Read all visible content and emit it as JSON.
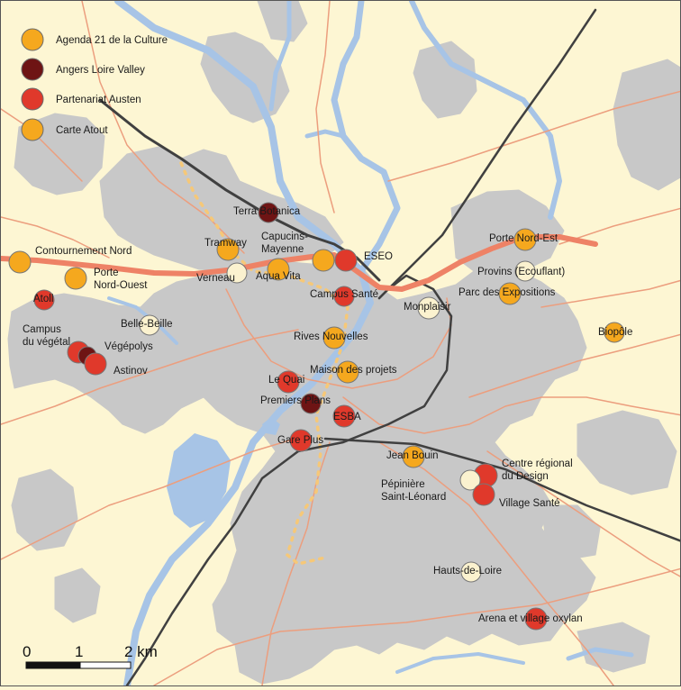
{
  "colors": {
    "background": "#fdf6d3",
    "urban": "#c8c8c8",
    "water": "#a7c4e6",
    "road_minor": "#ec9e7e",
    "road_major": "#ee8266",
    "railway": "#404040",
    "tram": "#f6c878",
    "agenda21": "#f5a81e",
    "angers_loire_valley": "#6e1414",
    "partenariat_austen": "#e0392b",
    "carte_atout": "#f5a81e",
    "pale_marker": "#fbf2cf"
  },
  "legend": [
    {
      "label": "Agenda 21 de la Culture",
      "color": "#f5a81e",
      "icon": "circle-orange-icon"
    },
    {
      "label": "Angers Loire Valley",
      "color": "#6e1414",
      "icon": "circle-darkred-icon"
    },
    {
      "label": "Partenariat Austen",
      "color": "#e0392b",
      "icon": "circle-red-icon"
    },
    {
      "label": "Carte Atout",
      "color": "#f5a81e",
      "icon": "circle-orange-icon"
    }
  ],
  "places": [
    {
      "label": "Terra Botanica",
      "color": "#6e1414",
      "icon": "circle-darkred-icon"
    },
    {
      "label": "Tramway",
      "color": "#f5a81e",
      "icon": "circle-orange-icon"
    },
    {
      "label": "Capucins-",
      "color": "#f5a81e",
      "icon": "circle-orange-icon"
    },
    {
      "label": "Mayenne",
      "color": "",
      "icon": ""
    },
    {
      "label": "ESEO",
      "color": "#e0392b",
      "icon": "circle-red-icon"
    },
    {
      "label": "Porte Nord-Est",
      "color": "#f5a81e",
      "icon": "circle-orange-icon"
    },
    {
      "label": "Contournement Nord",
      "color": "#f5a81e",
      "icon": "circle-orange-icon"
    },
    {
      "label": "Porte",
      "color": "#f5a81e",
      "icon": "circle-orange-icon"
    },
    {
      "label": "Nord-Ouest",
      "color": "",
      "icon": ""
    },
    {
      "label": "Verneau",
      "color": "#fbf2cf",
      "icon": "circle-pale-icon"
    },
    {
      "label": "Aqua Vita",
      "color": "#f5a81e",
      "icon": "circle-orange-icon"
    },
    {
      "label": "Provins (Ecouflant)",
      "color": "#fbf2cf",
      "icon": "circle-pale-icon"
    },
    {
      "label": "Parc des Expositions",
      "color": "#f5a81e",
      "icon": "circle-orange-icon"
    },
    {
      "label": "Atoll",
      "color": "#e0392b",
      "icon": "circle-red-icon"
    },
    {
      "label": "Campus Santé",
      "color": "#e0392b",
      "icon": "circle-red-icon"
    },
    {
      "label": "Monplaisir",
      "color": "#fbf2cf",
      "icon": "circle-pale-icon"
    },
    {
      "label": "Belle-Beille",
      "color": "#fbf2cf",
      "icon": "circle-pale-icon"
    },
    {
      "label": "Campus",
      "color": "#e0392b",
      "icon": "circle-red-icon"
    },
    {
      "label": "du végétal",
      "color": "",
      "icon": ""
    },
    {
      "label": "Végépolys",
      "color": "#6e1414",
      "icon": "circle-darkred-icon"
    },
    {
      "label": "Astinov",
      "color": "#e0392b",
      "icon": "circle-red-icon"
    },
    {
      "label": "Rives Nouvelles",
      "color": "#f5a81e",
      "icon": "circle-orange-icon"
    },
    {
      "label": "Biopôle",
      "color": "#f5a81e",
      "icon": "circle-orange-icon"
    },
    {
      "label": "Maison des projets",
      "color": "#f5a81e",
      "icon": "circle-orange-icon"
    },
    {
      "label": "Le Quai",
      "color": "#e0392b",
      "icon": "circle-red-icon"
    },
    {
      "label": "Premiers Plans",
      "color": "#6e1414",
      "icon": "circle-darkred-icon"
    },
    {
      "label": "ESBA",
      "color": "#e0392b",
      "icon": "circle-red-icon"
    },
    {
      "label": "Gare Plus",
      "color": "#e0392b",
      "icon": "circle-red-icon"
    },
    {
      "label": "Jean Bouin",
      "color": "#f5a81e",
      "icon": "circle-orange-icon"
    },
    {
      "label": "Centre régional",
      "color": "#e0392b",
      "icon": "circle-red-icon"
    },
    {
      "label": "du Design",
      "color": "",
      "icon": ""
    },
    {
      "label": "Pépinière",
      "color": "#fbf2cf",
      "icon": "circle-pale-icon"
    },
    {
      "label": "Saint-Léonard",
      "color": "",
      "icon": ""
    },
    {
      "label": "Village Santé",
      "color": "#e0392b",
      "icon": "circle-red-icon"
    },
    {
      "label": "Hauts-de-Loire",
      "color": "#fbf2cf",
      "icon": "circle-pale-icon"
    },
    {
      "label": "Arena et village oxylan",
      "color": "#e0392b",
      "icon": "circle-red-icon"
    }
  ],
  "scale_bar": {
    "labels": [
      "0",
      "1",
      "2 km"
    ]
  }
}
